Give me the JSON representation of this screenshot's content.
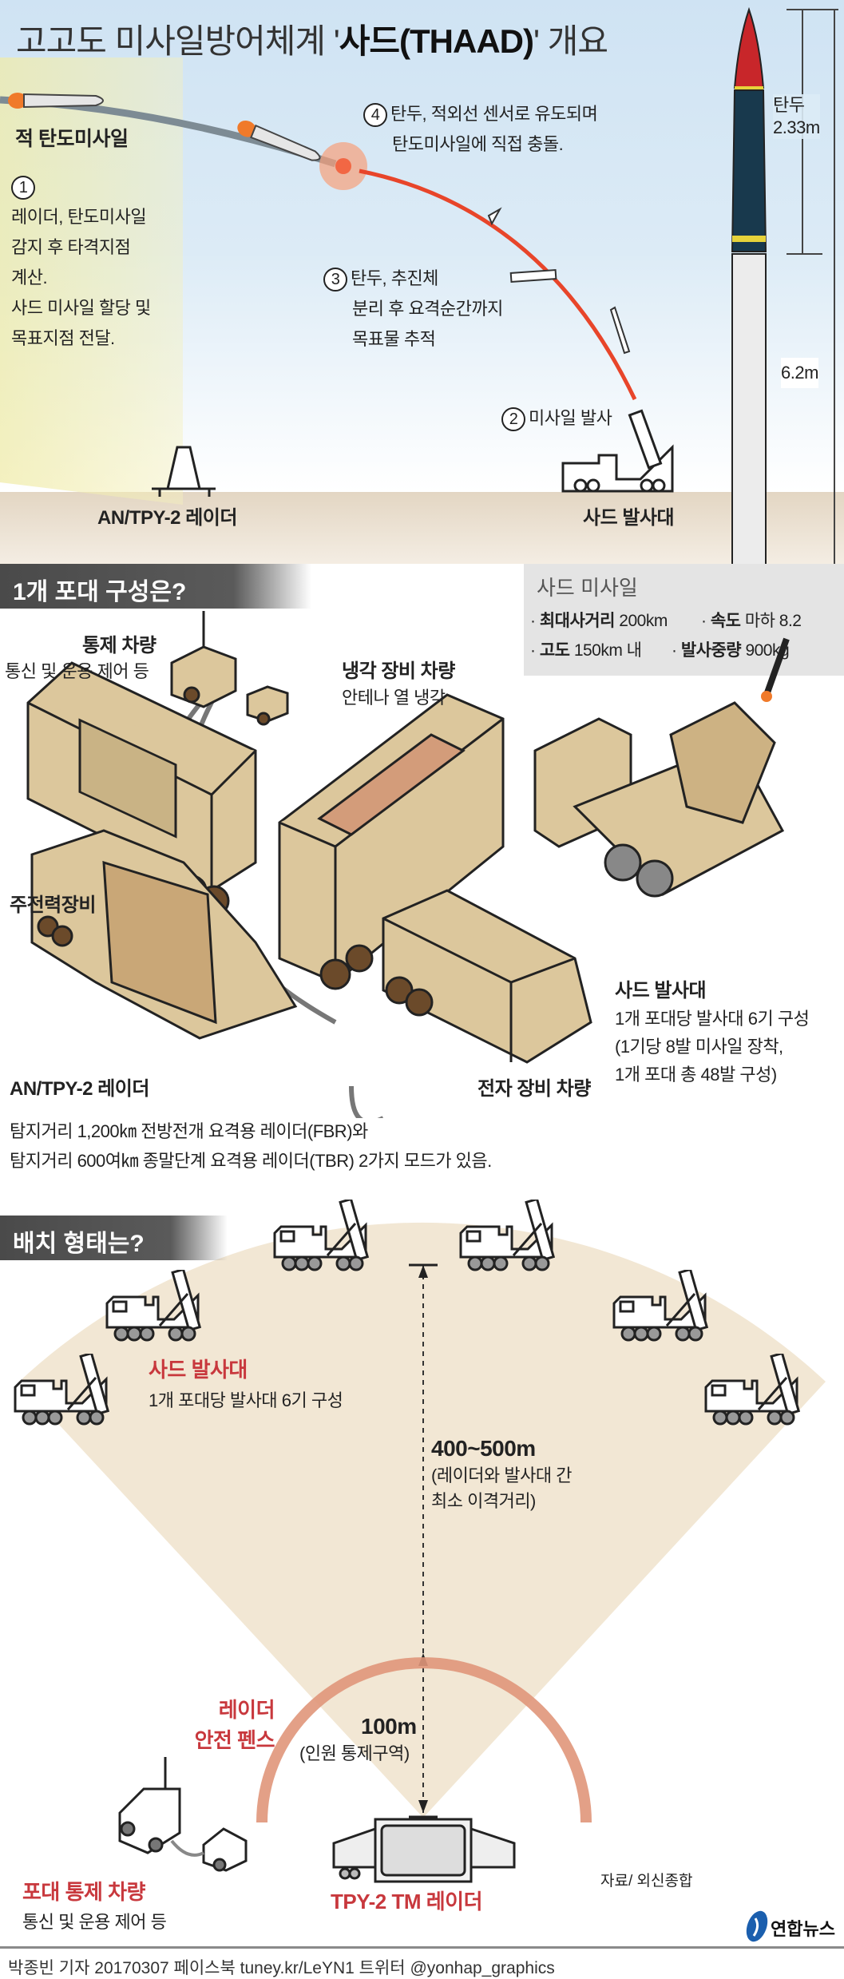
{
  "title": {
    "prefix": "고고도 미사일방어체계 '",
    "bold": "사드(THAAD)",
    "suffix": "' 개요"
  },
  "overview": {
    "enemy_missile": "적 탄도미사일",
    "step1": {
      "num": "1",
      "lines": [
        "레이더, 탄도미사일",
        "감지 후 타격지점",
        "계산.",
        "사드 미사일 할당 및",
        "목표지점 전달."
      ]
    },
    "step2": {
      "num": "2",
      "text": "미사일 발사"
    },
    "step3": {
      "num": "3",
      "lines": [
        "탄두, 추진체",
        "분리 후 요격순간까지",
        "목표물 추적"
      ]
    },
    "step4": {
      "num": "4",
      "lines": [
        "탄두, 적외선 센서로 유도되며",
        "탄도미사일에 직접 충돌."
      ]
    },
    "radar_label": "AN/TPY-2 레이더",
    "launcher_label": "사드 발사대",
    "warhead_label": "탄두",
    "warhead_length": "2.33m",
    "missile_length": "6.2m"
  },
  "battery": {
    "header": "1개 포대 구성은?",
    "missile_info": {
      "title": "사드 미사일",
      "specs": [
        {
          "label": "최대사거리",
          "value": "200km"
        },
        {
          "label": "속도",
          "value": "마하 8.2"
        },
        {
          "label": "고도",
          "value": "150km 내"
        },
        {
          "label": "발사중량",
          "value": "900kg"
        }
      ]
    },
    "control_vehicle": {
      "name": "통제 차량",
      "desc": "통신 및 운용 제어 등"
    },
    "cooling_vehicle": {
      "name": "냉각 장비 차량",
      "desc": "안테나 열 냉각"
    },
    "power_unit": {
      "name": "주전력장비"
    },
    "launcher": {
      "name": "사드 발사대",
      "lines": [
        "1개 포대당 발사대 6기 구성",
        "(1기당 8발 미사일 장착,",
        "1개 포대 총 48발 구성)"
      ]
    },
    "electronics_vehicle": {
      "name": "전자 장비 차량"
    },
    "radar": {
      "name": "AN/TPY-2 레이더",
      "lines": [
        "탐지거리 1,200㎞ 전방전개 요격용 레이더(FBR)와",
        "탐지거리 600여㎞ 종말단계 요격용 레이더(TBR) 2가지 모드가 있음."
      ]
    }
  },
  "deployment": {
    "header": "배치 형태는?",
    "launcher": {
      "name": "사드 발사대",
      "desc": "1개 포대당 발사대 6기 구성"
    },
    "distance": {
      "value": "400~500m",
      "lines": [
        "(레이더와 발사대 간",
        "최소 이격거리)"
      ]
    },
    "fence": {
      "lines": [
        "레이더",
        "안전 펜스"
      ]
    },
    "fence_distance": {
      "value": "100m",
      "desc": "(인원 통제구역)"
    },
    "control_vehicle": {
      "name": "포대 통제 차량",
      "desc": "통신 및 운용 제어 등"
    },
    "radar": {
      "name": "TPY-2 TM 레이더"
    },
    "source": "자료/ 외신종합",
    "logo": "연합뉴스"
  },
  "footer": "박종빈 기자 20170307 페이스북 tuney.kr/LeYN1 트위터 @yonhap_graphics",
  "colors": {
    "accent_red": "#c8383d",
    "vehicle_beige": "#dcc79c",
    "fan": "#f2e7d4",
    "fence": "#e0967a",
    "trajectory": "#e8452a"
  }
}
